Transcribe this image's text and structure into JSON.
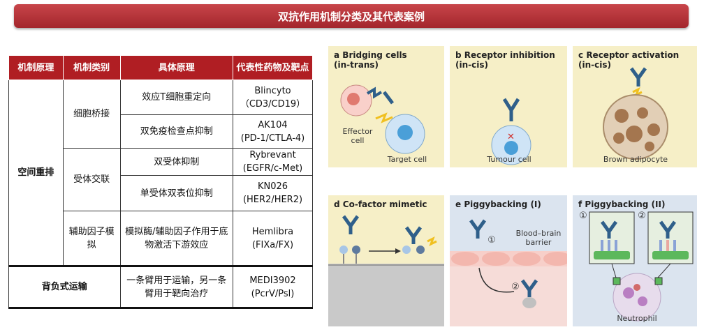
{
  "title": "双抗作用机制分类及其代表案例",
  "table": {
    "headers": [
      "机制原理",
      "机制类别",
      "具体原理",
      "代表性药物及靶点"
    ],
    "rows": [
      {
        "principle": "效应T细胞重定向",
        "drug": "Blincyto",
        "target": "（CD3/CD19）"
      },
      {
        "principle": "双免疫检查点抑制",
        "drug": "AK104",
        "target": "(PD-1/CTLA-4)"
      },
      {
        "principle": "双受体抑制",
        "drug": "Rybrevant",
        "target": "(EGFR/c-Met)"
      },
      {
        "principle": "单受体双表位抑制",
        "drug": "KN026",
        "target": "(HER2/HER2)"
      },
      {
        "principle": "模拟酶/辅助因子作用于底物激活下游效应",
        "drug": "Hemlibra",
        "target": "(FIXa/FX)"
      },
      {
        "principle": "一条臂用于运输，另一条臂用于靶向治疗",
        "drug": "MEDI3902",
        "target": "(PcrV/Psl)"
      }
    ],
    "mechanism_groups": [
      "空间重排",
      "背负式运输"
    ],
    "categories": [
      "细胞桥接",
      "受体交联",
      "辅助因子模拟"
    ]
  },
  "panels": {
    "a": {
      "letter": "a",
      "title": "Bridging cells",
      "subtitle": "(in-trans)",
      "label_effector": "Effector cell",
      "label_target": "Target cell",
      "bg": "#f6efc7"
    },
    "b": {
      "letter": "b",
      "title": "Receptor inhibition",
      "subtitle": "(in-cis)",
      "label_cell": "Tumour cell",
      "bg": "#f6efc7"
    },
    "c": {
      "letter": "c",
      "title": "Receptor activation",
      "subtitle": "(in-cis)",
      "label_cell": "Brown adipocyte",
      "bg": "#f6efc7"
    },
    "d": {
      "letter": "d",
      "title": "Co-factor mimetic",
      "bg": "#f6efc7"
    },
    "e": {
      "letter": "e",
      "title": "Piggybacking (I)",
      "label_barrier": "Blood–brain barrier",
      "step1": "①",
      "step2": "②",
      "bg": "#dbe4ef"
    },
    "f": {
      "letter": "f",
      "title": "Piggybacking (II)",
      "label_cell": "Neutrophil",
      "step1": "①",
      "step2": "②",
      "bg": "#dbe4ef"
    }
  }
}
